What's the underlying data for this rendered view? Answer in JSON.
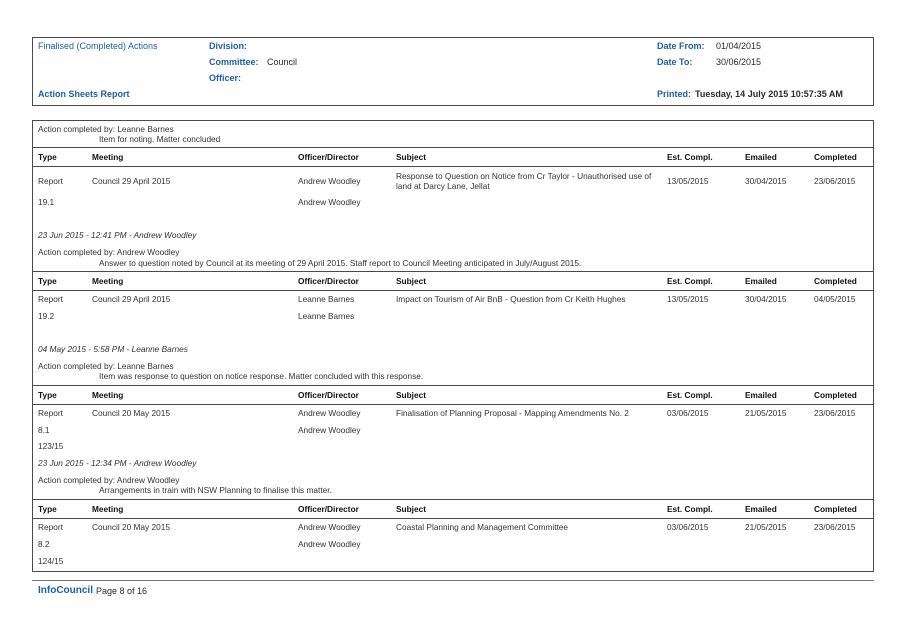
{
  "header": {
    "report_type": "Finalised (Completed) Actions",
    "division_label": "Division:",
    "committee_label": "Committee:",
    "committee_value": "Council",
    "officer_label": "Officer:",
    "date_from_label": "Date From:",
    "date_from_value": "01/04/2015",
    "date_to_label": "Date To:",
    "date_to_value": "30/06/2015",
    "report_title": "Action Sheets Report",
    "printed_label": "Printed:",
    "printed_value": "Tuesday, 14 July 2015  10:57:35 AM"
  },
  "columns": {
    "type": "Type",
    "meeting": "Meeting",
    "officer": "Officer/Director",
    "subject": "Subject",
    "est": "Est. Compl.",
    "emailed": "Emailed",
    "completed": "Completed"
  },
  "intro": {
    "completed_by": "Action completed by: Leanne Barnes",
    "note": "Item for noting. Matter concluded"
  },
  "records": [
    {
      "type": "Report",
      "meeting": "Council 29 April 2015",
      "officer": "Andrew Woodley",
      "officer2": "Andrew Woodley",
      "subject_line1": "Response to Question on Notice from Cr Taylor - Unauthorised use of",
      "subject_line2": "land at Darcy Lane, Jellat",
      "est": "13/05/2015",
      "emailed": "30/04/2015",
      "completed": "23/06/2015",
      "item": "19.1",
      "log": "23 Jun 2015 - 12:41 PM - Andrew Woodley",
      "completed_by": "Action completed by: Andrew Woodley",
      "note": "Answer to question noted by Council at its meeting of 29 April 2015. Staff report to Council Meeting anticipated in July/August 2015."
    },
    {
      "type": "Report",
      "meeting": "Council 29 April 2015",
      "officer": "Leanne Barnes",
      "officer2": "Leanne Barnes",
      "subject_line1": "Impact on Tourism of Air BnB - Question from Cr Keith Hughes",
      "est": "13/05/2015",
      "emailed": "30/04/2015",
      "completed": "04/05/2015",
      "item": "19.2",
      "log": "04 May 2015 - 5:58 PM - Leanne Barnes",
      "completed_by": "Action completed by: Leanne Barnes",
      "note": "Item was response to question on notice response. Matter concluded with this response."
    },
    {
      "type": "Report",
      "meeting": "Council 20 May 2015",
      "officer": "Andrew Woodley",
      "officer2": "Andrew Woodley",
      "subject_line1": "Finalisation of Planning Proposal - Mapping Amendments No. 2",
      "est": "03/06/2015",
      "emailed": "21/05/2015",
      "completed": "23/06/2015",
      "item": "8.1",
      "ref": "123/15",
      "log": "23 Jun 2015 - 12:34 PM - Andrew Woodley",
      "completed_by": "Action completed by: Andrew Woodley",
      "note": "Arrangements in train with NSW Planning to finalise this matter."
    },
    {
      "type": "Report",
      "meeting": "Council 20 May 2015",
      "officer": "Andrew Woodley",
      "officer2": "Andrew Woodley",
      "subject_line1": "Coastal Planning and Management Committee",
      "est": "03/06/2015",
      "emailed": "21/05/2015",
      "completed": "23/06/2015",
      "item": "8.2",
      "ref": "124/15"
    }
  ],
  "footer": {
    "brand": "InfoCouncil",
    "page": "Page 8 of 16"
  }
}
